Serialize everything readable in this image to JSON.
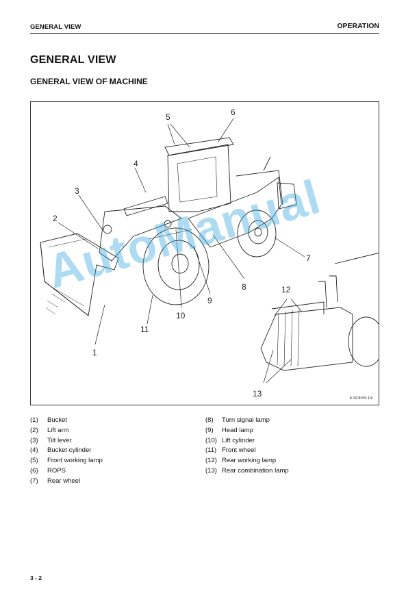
{
  "header": {
    "left": "GENERAL VIEW",
    "right": "OPERATION"
  },
  "title": "GENERAL VIEW",
  "subtitle": "GENERAL VIEW OF MACHINE",
  "figure": {
    "code": "9JR00919",
    "callouts": [
      "1",
      "2",
      "3",
      "4",
      "5",
      "6",
      "7",
      "8",
      "9",
      "10",
      "11",
      "12",
      "13"
    ]
  },
  "watermark": "AutoManual",
  "legend_left": [
    {
      "num": "(1)",
      "label": "Bucket"
    },
    {
      "num": "(2)",
      "label": "Lift arm"
    },
    {
      "num": "(3)",
      "label": "Tilt lever"
    },
    {
      "num": "(4)",
      "label": "Bucket cylinder"
    },
    {
      "num": "(5)",
      "label": "Front working lamp"
    },
    {
      "num": "(6)",
      "label": "ROPS"
    },
    {
      "num": "(7)",
      "label": "Rear wheel"
    }
  ],
  "legend_right": [
    {
      "num": "(8)",
      "label": "Turn signal lamp"
    },
    {
      "num": "(9)",
      "label": "Head lamp"
    },
    {
      "num": "(10)",
      "label": "Lift cylinder"
    },
    {
      "num": "(11)",
      "label": "Front wheel"
    },
    {
      "num": "(12)",
      "label": "Rear working lamp"
    },
    {
      "num": "(13)",
      "label": "Rear combination lamp"
    }
  ],
  "page_number": "3 - 2"
}
